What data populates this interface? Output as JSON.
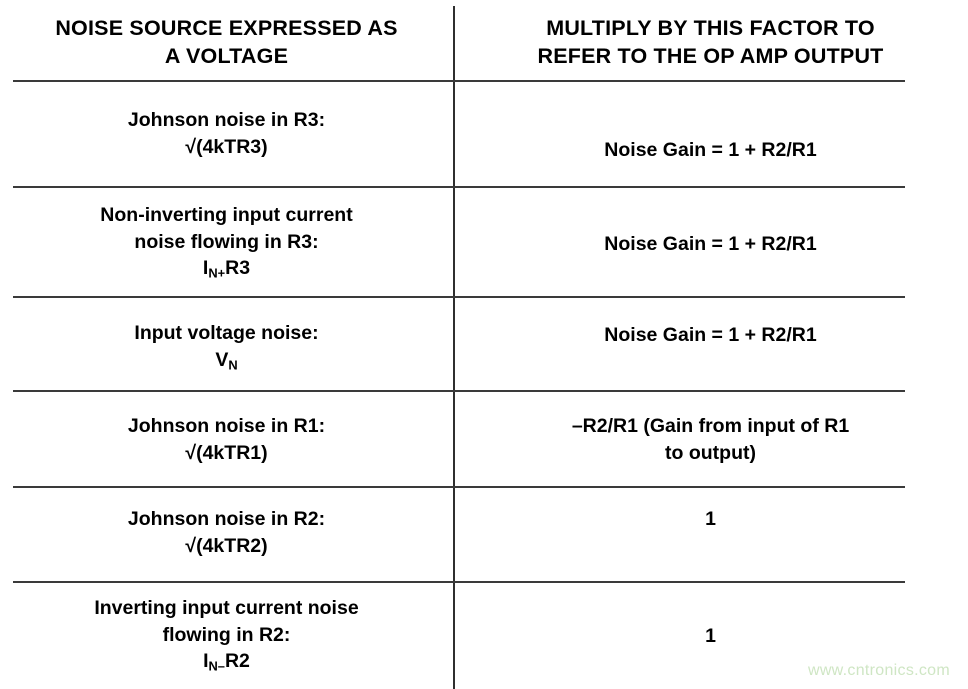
{
  "table": {
    "headers": [
      "NOISE SOURCE EXPRESSED AS A VOLTAGE",
      "MULTIPLY BY THIS FACTOR TO REFER TO THE OP AMP OUTPUT"
    ],
    "header_lines": {
      "left_line1": "NOISE SOURCE EXPRESSED AS",
      "left_line2": "A VOLTAGE",
      "right_line1": "MULTIPLY BY THIS FACTOR TO",
      "right_line2": "REFER TO THE OP AMP OUTPUT"
    },
    "rows": [
      {
        "source_line1": "Johnson noise in R3:",
        "source_line2": "√(4kTR3)",
        "factor": "Noise Gain = 1 + R2/R1"
      },
      {
        "source_line1": "Non-inverting input current",
        "source_line2": "noise flowing in R3:",
        "source_sym_base1": "I",
        "source_sym_sub1": "N+",
        "source_sym_rest1": "R3",
        "factor": "Noise Gain = 1 + R2/R1"
      },
      {
        "source_line1": "Input voltage noise:",
        "source_sym_base1": "V",
        "source_sym_sub1": "N",
        "source_sym_rest1": "",
        "factor": "Noise Gain = 1 + R2/R1"
      },
      {
        "source_line1": "Johnson noise in R1:",
        "source_line2": "√(4kTR1)",
        "factor_line1": "–R2/R1 (Gain from input of R1",
        "factor_line2": "to output)"
      },
      {
        "source_line1": "Johnson noise in R2:",
        "source_line2": "√(4kTR2)",
        "factor": "1"
      },
      {
        "source_line1": "Inverting input current noise",
        "source_line2": "flowing in R2:",
        "source_sym_base1": "I",
        "source_sym_sub1": "N–",
        "source_sym_rest1": "R2",
        "factor": "1"
      }
    ]
  },
  "watermark": {
    "text": "www.cntronics.com",
    "color": "#cfe6c4"
  },
  "colors": {
    "text": "#000000",
    "rule": "#3a3a3a",
    "background": "#ffffff"
  }
}
